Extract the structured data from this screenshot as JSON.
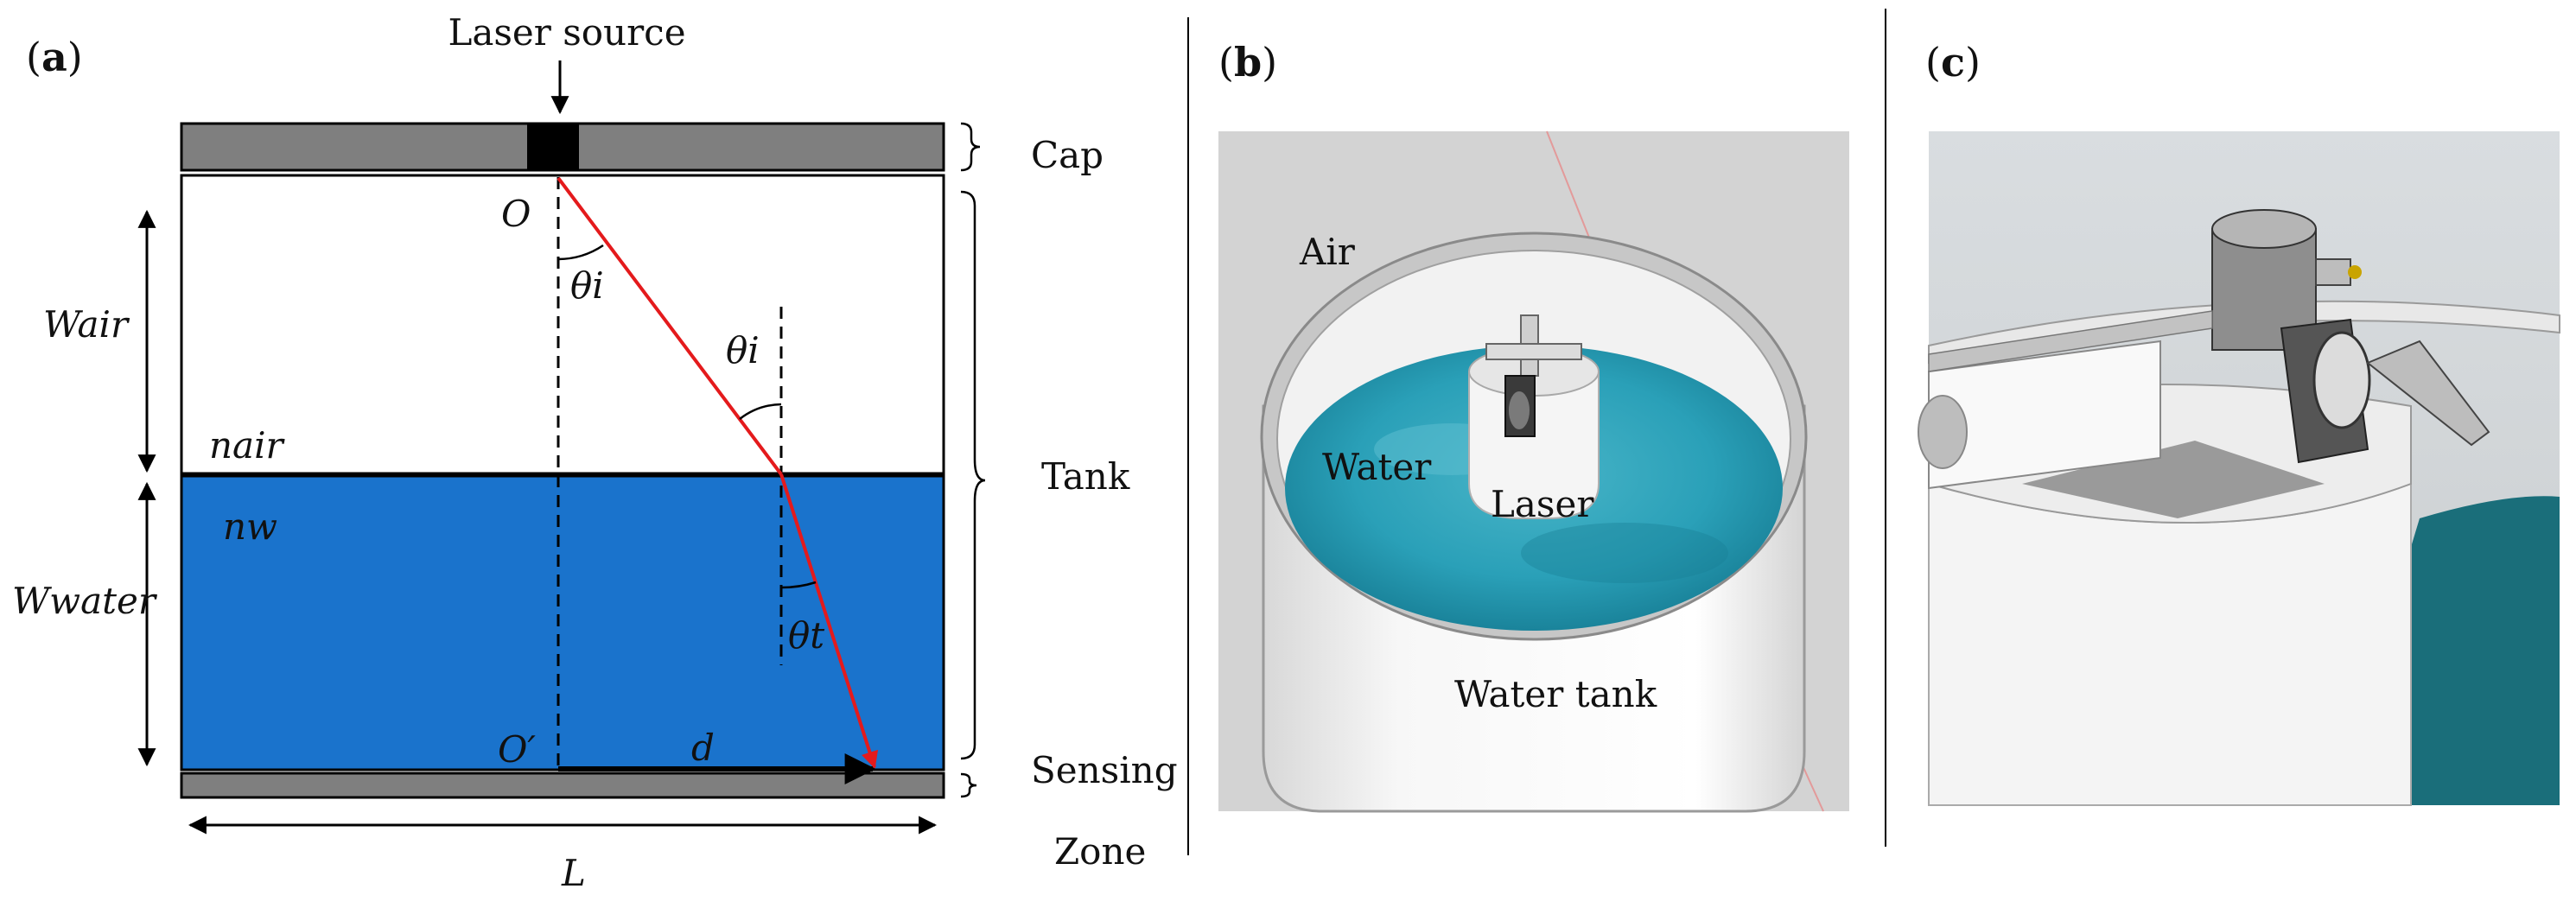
{
  "panel_a": {
    "panel_letter": "a",
    "laser_source": "Laser source",
    "cap": "Cap",
    "tank": "Tank",
    "sensing": "Sensing",
    "zone": "Zone",
    "O": "O",
    "O_prime": "O′",
    "theta_i_1": "θi",
    "theta_i_2": "θi",
    "theta_t": "θt",
    "W_air": "Wair",
    "W_water": "Wwater",
    "n_air": "nair",
    "n_w": "nw",
    "d": "d",
    "L": "L"
  },
  "panel_b": {
    "panel_letter": "b",
    "air": "Air",
    "water": "Water",
    "laser": "Laser",
    "water_tank": "Water tank"
  },
  "panel_c": {
    "panel_letter": "c"
  },
  "colors": {
    "water_blue": "#1a73cc",
    "cap_gray": "#7f7f7f",
    "beam_red": "#e41a1c",
    "render_water": "#1b8fa6"
  },
  "icons": [
    "arrow-down-icon",
    "double-arrow-icon",
    "brace-icon"
  ]
}
